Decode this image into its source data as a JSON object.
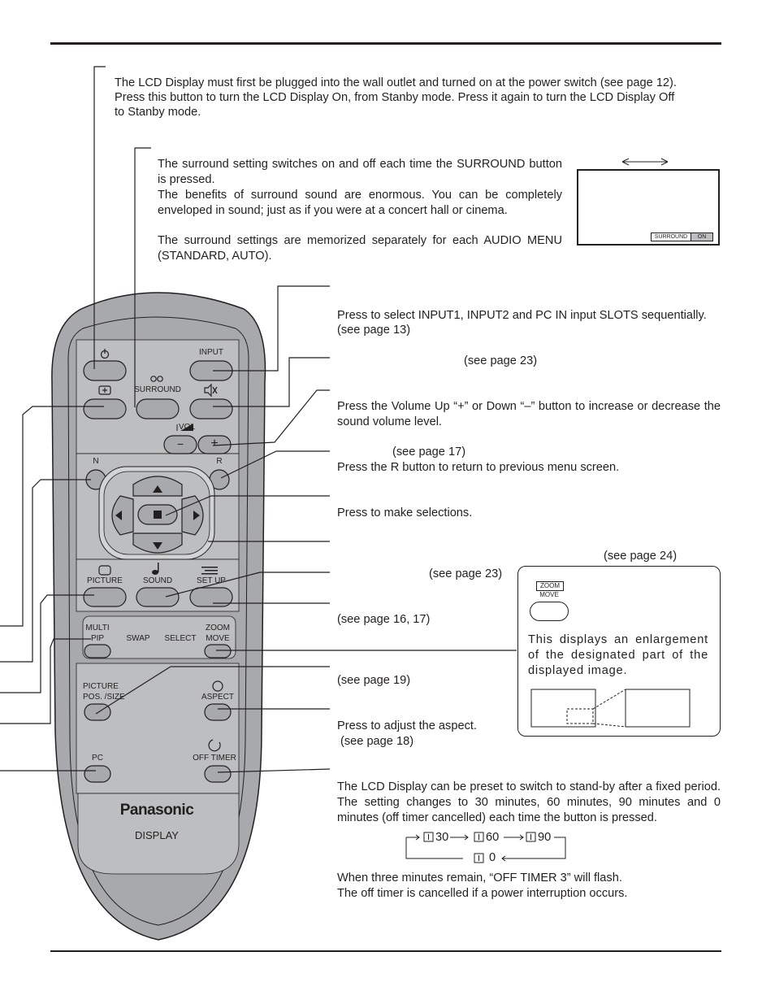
{
  "power": {
    "line1": "The LCD Display must first be plugged into the wall outlet and turned on at the power switch (see page 12).",
    "line2": "Press this button to turn the LCD Display On, from Stanby mode. Press it again to turn the LCD Display Off",
    "line3": "to Stanby mode."
  },
  "surround": {
    "p1": "The surround setting switches on and off each time the SURROUND button is pressed.",
    "p2": "The benefits of surround sound are enormous. You can be completely enveloped in sound; just as if you were at a concert hall or cinema.",
    "p3": "The surround settings are memorized separately for each AUDIO MENU (STANDARD, AUTO).",
    "osd_label": "SURROUND",
    "osd_value": "ON"
  },
  "input": {
    "text": "Press to select INPUT1, INPUT2 and PC IN input SLOTS sequentially.",
    "ref": "(see page 13)"
  },
  "mute": {
    "ref": "(see page 23)"
  },
  "volume": {
    "text": "Press the Volume Up “+” or Down “–” button to increase or decrease the sound volume level."
  },
  "return": {
    "ref": "(see page 17)",
    "text": "Press the R button to return to previous menu screen."
  },
  "action": {
    "text": "Press to make selections."
  },
  "zoom": {
    "ref": "(see page 24)",
    "key_top": "ZOOM",
    "key_bottom": "MOVE",
    "desc": "This displays an enlargement of the designated part of the displayed image."
  },
  "sound": {
    "ref": "(see page 23)"
  },
  "setup": {
    "ref": "(see page 16, 17)"
  },
  "picpos": {
    "ref": "(see page 19)"
  },
  "aspect": {
    "text": "Press to adjust the aspect.",
    "ref": "(see page 18)"
  },
  "offtimer": {
    "text": "The LCD Display can be preset to switch to stand-by after a fixed period. The setting changes to 30 minutes, 60 minutes, 90 minutes and 0 minutes (off timer cancelled) each time the button is pressed.",
    "v30": "30",
    "v60": "60",
    "v90": "90",
    "v0": "0",
    "note1": "When three minutes remain, “OFF TIMER 3” will flash.",
    "note2": "The off timer is cancelled if a power interruption occurs."
  },
  "remote": {
    "input": "INPUT",
    "surround": "SURROUND",
    "vol": "VOL",
    "minus": "−",
    "plus": "+",
    "n": "N",
    "r": "R",
    "picture": "PICTURE",
    "sound": "SOUND",
    "setup": "SET UP",
    "multi": "MULTI",
    "pip": "PIP",
    "swap": "SWAP",
    "select": "SELECT",
    "zoom": "ZOOM",
    "move": "MOVE",
    "picpos1": "PICTURE",
    "picpos2": "POS. /SIZE",
    "aspect": "ASPECT",
    "pc": "PC",
    "offtimer": "OFF TIMER",
    "brand": "Panasonic",
    "model": "DISPLAY"
  }
}
